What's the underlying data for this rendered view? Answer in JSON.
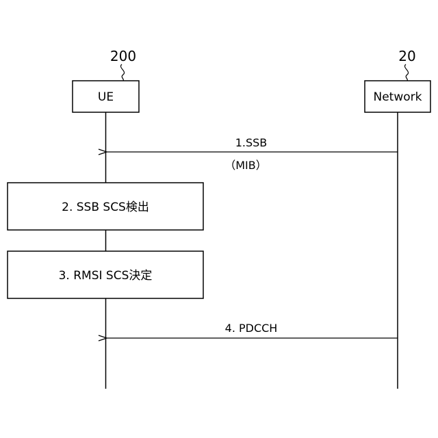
{
  "entities": [
    {
      "id": "ue",
      "ref": "200",
      "label": "UE"
    },
    {
      "id": "network",
      "ref": "20",
      "label": "Network"
    }
  ],
  "messages": [
    {
      "id": "ssb",
      "label": "1.SSB",
      "sublabel": "（MIB）",
      "direction": "network-to-ue"
    },
    {
      "id": "pdcch",
      "label": "4. PDCCH",
      "direction": "network-to-ue"
    }
  ],
  "steps": [
    {
      "id": "detect",
      "label": "2. SSB SCS検出"
    },
    {
      "id": "decide",
      "label": "3. RMSI SCS決定"
    }
  ],
  "colors": {
    "line": "#000000",
    "box_fill": "#ffffff"
  }
}
